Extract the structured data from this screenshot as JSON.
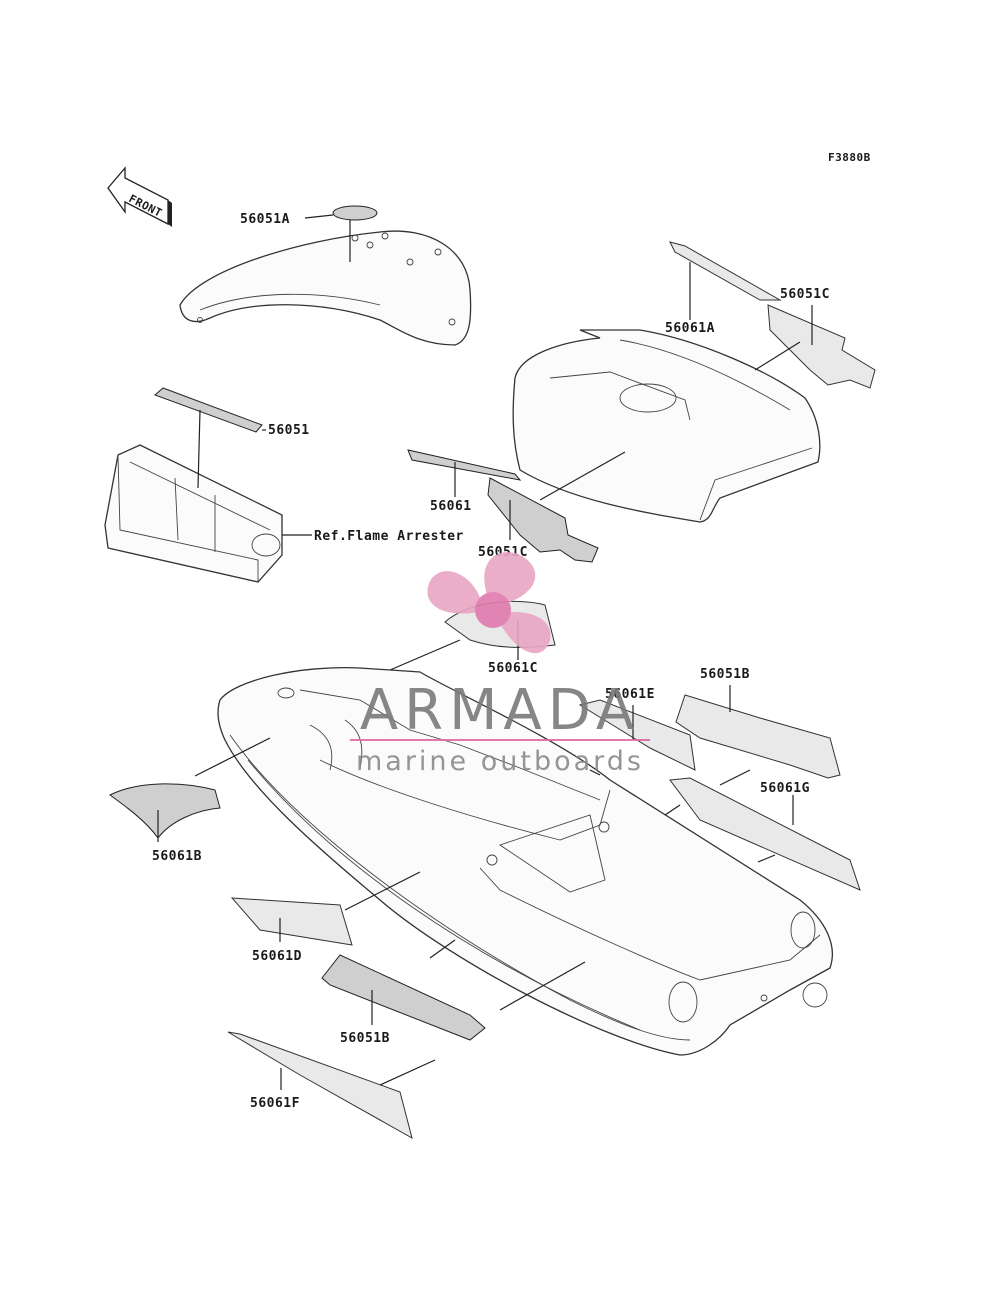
{
  "diagram": {
    "code": "F3880B",
    "front_arrow": "FRONT",
    "labels": {
      "l56051A": "56051A",
      "l56061A": "56061A",
      "l56051C_top": "56051C",
      "l56051": "56051",
      "flame": "Ref.Flame Arrester",
      "l56061": "56061",
      "l56051C_mid": "56051C",
      "l56061C": "56061C",
      "l56061E": "56061E",
      "l56051B_right": "56051B",
      "l56061G": "56061G",
      "l56061B": "56061B",
      "l56061D": "56061D",
      "l56051B_bottom": "56051B",
      "l56061F": "56061F"
    }
  },
  "watermark": {
    "title": "ARMADA",
    "subtitle": "marine outboards",
    "accent_color": "#e8a6c4",
    "line_color": "#e06aa2"
  }
}
